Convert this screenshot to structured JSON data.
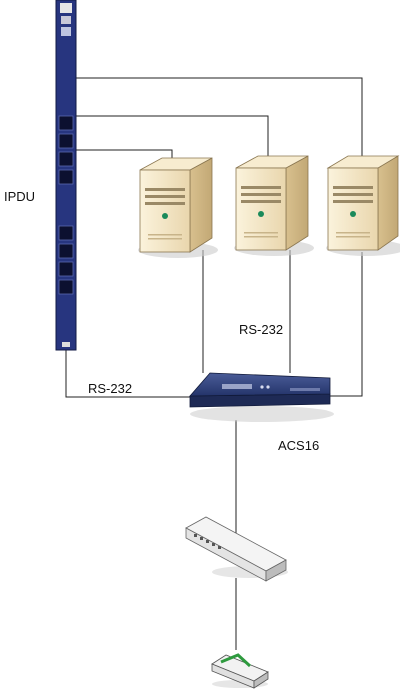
{
  "labels": {
    "ipdu": "IPDU",
    "rs232_upper": "RS-232",
    "rs232_lower": "RS-232",
    "acs": "ACS16"
  },
  "colors": {
    "pdu_body": "#27357f",
    "server_body": "#f3e3bf",
    "console_body": "#2b3c72",
    "switch_body": "#f3f3f3",
    "wire": "#222222"
  },
  "icons": {
    "pdu": "power-strip-icon",
    "server": "server-tower-icon",
    "console_server": "console-server-icon",
    "network_switch": "network-switch-icon",
    "router": "router-icon"
  }
}
